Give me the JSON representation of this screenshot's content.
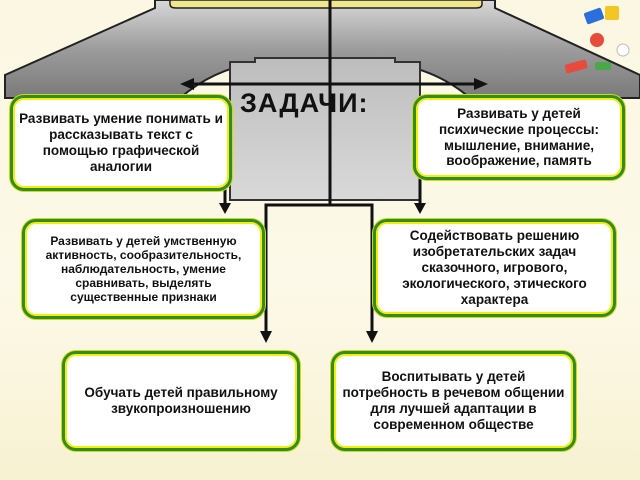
{
  "header": {
    "title": "ЗАДАЧИ:"
  },
  "tasks": [
    {
      "id": "t1",
      "text": "Развивать умение понимать и рассказывать текст с помощью графической аналогии"
    },
    {
      "id": "t2",
      "text": "Развивать у детей психические процессы: мышление, внимание, воображение, память"
    },
    {
      "id": "t3",
      "text": "Развивать у детей умственную активность, сообразительность, наблюдательность, умение сравнивать, выделять существенные признаки"
    },
    {
      "id": "t4",
      "text": "Содействовать решению изобретательских задач сказочного, игрового, экологического, этического характера"
    },
    {
      "id": "t5",
      "text": "Обучать детей правильному звукопроизношению"
    },
    {
      "id": "t6",
      "text": "Воспитывать у детей потребность в речевом общении для лучшей адаптации в современном обществе"
    }
  ],
  "colors": {
    "box_border": "#2e8b2e",
    "box_glow": "#f6f000",
    "header_fill": "#8c8c8c",
    "header_dark": "#555555",
    "background": "#fbf7e2"
  },
  "icons": [
    "clip-art-decoration"
  ]
}
